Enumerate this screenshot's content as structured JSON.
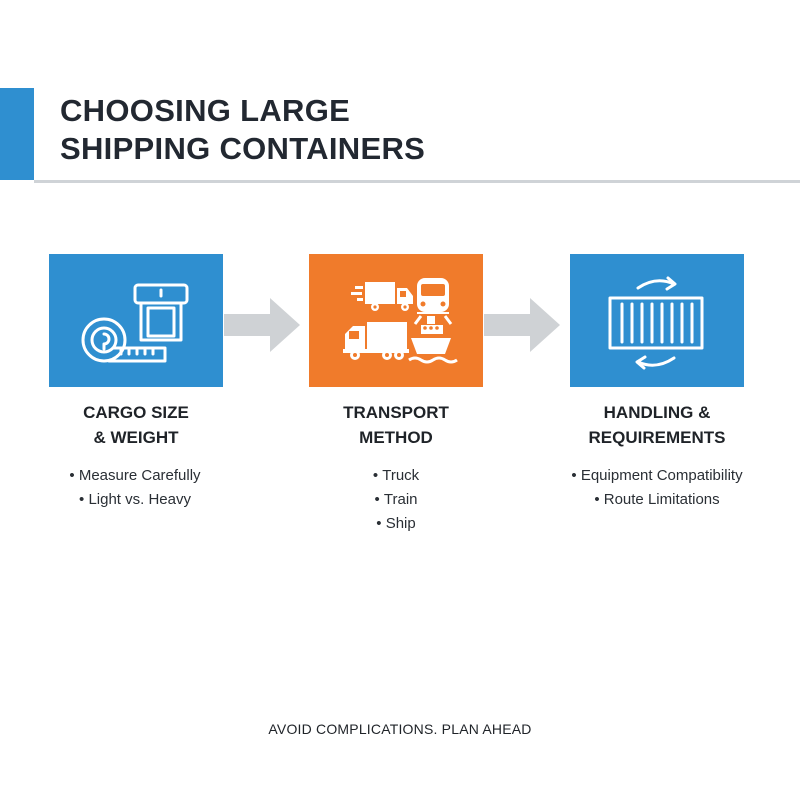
{
  "title": {
    "line1": "CHOOSING LARGE",
    "line2": "SHIPPING CONTAINERS"
  },
  "colors": {
    "blue": "#2f8fd0",
    "orange": "#f07b2b",
    "arrow_gray": "#cfd2d5",
    "divider": "#cfd3d7"
  },
  "steps": [
    {
      "heading_line1": "CARGO SIZE",
      "heading_line2": "& WEIGHT",
      "icon": "tape-measure-and-weight-icon",
      "bullets": [
        "Measure Carefully",
        "Light vs. Heavy"
      ]
    },
    {
      "heading_line1": "TRANSPORT",
      "heading_line2": "METHOD",
      "icon": "truck-train-ship-icon",
      "bullets": [
        "Truck",
        "Train",
        "Ship"
      ]
    },
    {
      "heading_line1": "HANDLING &",
      "heading_line2": "REQUIREMENTS",
      "icon": "container-with-rotation-arrows-icon",
      "bullets": [
        "Equipment Compatibility",
        "Route Limitations"
      ]
    }
  ],
  "footer": "AVOID COMPLICATIONS. PLAN AHEAD"
}
